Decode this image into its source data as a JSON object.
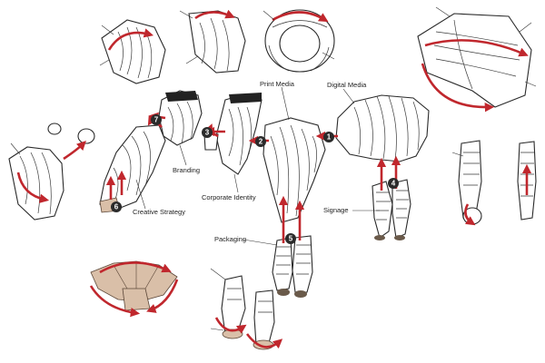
{
  "labels": {
    "print_media": "Print Media",
    "digital_media": "Digital Media",
    "branding": "Branding",
    "corporate_identity": "Corporate Identity",
    "creative_strategy": "Creative Strategy",
    "signage": "Signage",
    "packaging": "Packaging"
  },
  "steps": [
    "1",
    "2",
    "3",
    "4",
    "5",
    "6",
    "7"
  ],
  "colors": {
    "arrow": "#c0272d",
    "outline": "#2a2a2a",
    "badge": "#2b2b2b",
    "tan": "#d9bfa8"
  }
}
